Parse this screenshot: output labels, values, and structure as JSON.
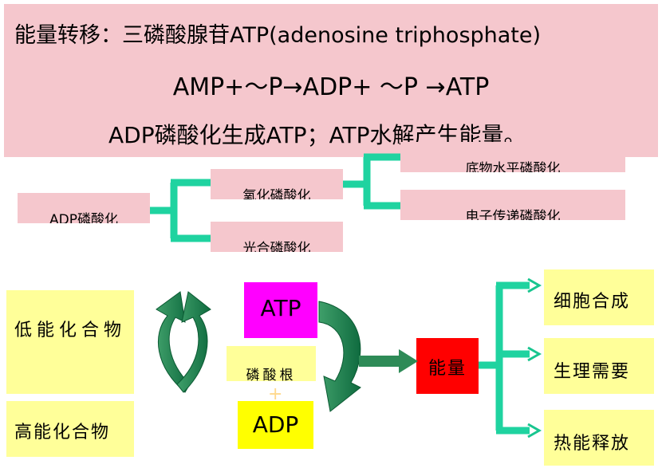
{
  "header": {
    "line1": "能量转移：三磷酸腺苷ATP(adenosine triphosphate)",
    "line2": "AMP+～P→ADP+ ～P  →ATP",
    "line3": "ADP磷酸化生成ATP；ATP水解产生能量。"
  },
  "tree": {
    "root": "ADP磷酸化",
    "branch_oxidative": "氧化磷酸化",
    "branch_photo": "光合磷酸化",
    "leaf_substrate": "底物水平磷酸化",
    "leaf_electron": "电子传递磷酸化"
  },
  "cycle": {
    "low_energy": "低能化合物",
    "high_energy": "高能化合物",
    "atp": "ATP",
    "adp": "ADP",
    "phosphate": "磷酸根",
    "plus": "+",
    "energy": "能量"
  },
  "outputs": [
    "细胞合成",
    "生理需要",
    "热能释放"
  ],
  "colors": {
    "banner": "#f5c7cd",
    "bracket": "#1fd3a0",
    "arrow_green": "#2e8b57",
    "yellow_box": "#ffff99",
    "atp_box": "#ff00ff",
    "adp_box": "#ffff00",
    "energy_box": "#ff0000"
  }
}
